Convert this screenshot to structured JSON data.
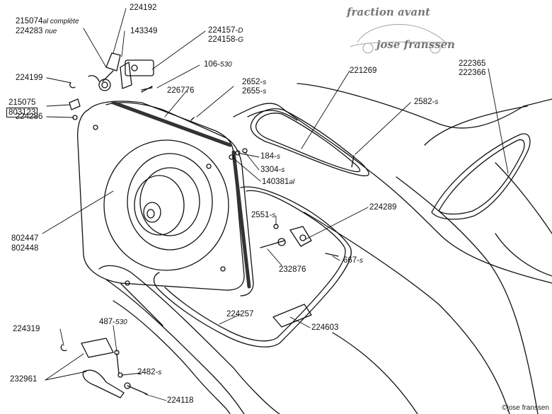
{
  "header": {
    "brand_line1": "fraction avant",
    "brand_line2": "jose franssen"
  },
  "footer": {
    "copyright": "©jose franssen"
  },
  "labels": {
    "l_215074": "215074",
    "l_215074_note": "ǝl complète",
    "l_224283": "224283",
    "l_224283_note": "nue",
    "l_224192": "224192",
    "l_143349": "143349",
    "l_224157": "224157-",
    "l_224157_sfx": "D",
    "l_224158": "224158-",
    "l_224158_sfx": "G",
    "l_106": "106-",
    "l_106_sfx": "530",
    "l_224199": "224199",
    "l_226776": "226776",
    "l_2652": "2652-",
    "l_2652_sfx": "s",
    "l_2655": "2655-",
    "l_2655_sfx": "s",
    "l_215075": "215075",
    "l_803123": "803123",
    "l_224286": "224286",
    "l_221269": "221269",
    "l_2582": "2582-",
    "l_2582_sfx": "s",
    "l_222365": "222365",
    "l_222366": "222366",
    "l_184": "184-",
    "l_184_sfx": "s",
    "l_3304": "3304-",
    "l_3304_sfx": "s",
    "l_140381": "140381",
    "l_140381_sfx": "ǝl",
    "l_2551": "2551-",
    "l_2551_sfx": "s",
    "l_224289": "224289",
    "l_802447": "802447",
    "l_802448": "802448",
    "l_232876": "232876",
    "l_667": "667-",
    "l_667_sfx": "s",
    "l_224257": "224257",
    "l_224603": "224603",
    "l_224319": "224319",
    "l_487": "487-",
    "l_487_sfx": "530",
    "l_2482": "2482-",
    "l_2482_sfx": "s",
    "l_232961": "232961",
    "l_224118": "224118"
  }
}
